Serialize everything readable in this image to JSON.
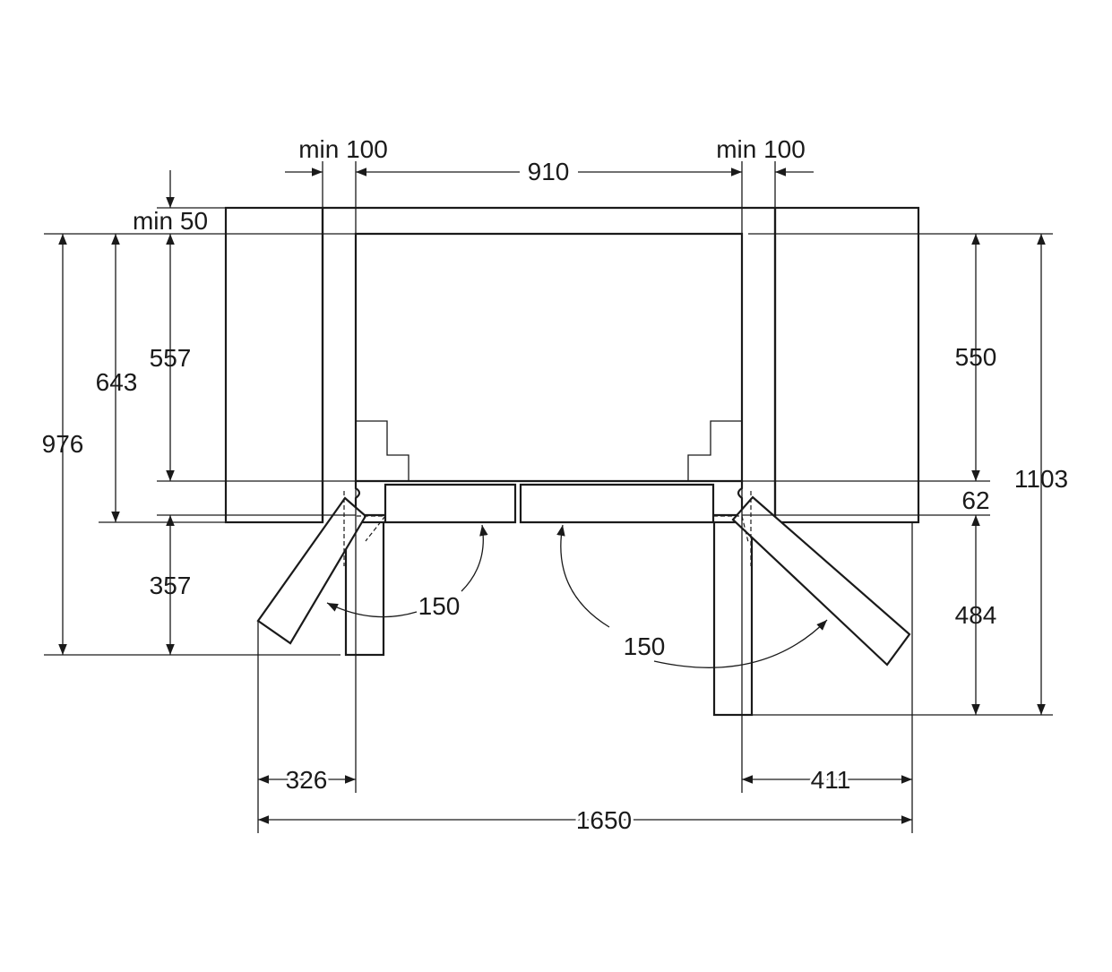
{
  "colors": {
    "line": "#1a1a1a",
    "neighbour_cabinet_fill": "#dde6e3",
    "background": "#ffffff"
  },
  "dimensions": {
    "min_side_left": "min 100",
    "min_side_right": "min 100",
    "width_910": "910",
    "min_top": "min 50",
    "depth_976": "976",
    "depth_643": "643",
    "depth_557": "557",
    "depth_357": "357",
    "depth_550": "550",
    "depth_1103": "1103",
    "door_62": "62",
    "depth_484": "484",
    "angle_left": "150",
    "angle_right": "150",
    "swing_326": "326",
    "swing_411": "411",
    "total_1650": "1650"
  }
}
